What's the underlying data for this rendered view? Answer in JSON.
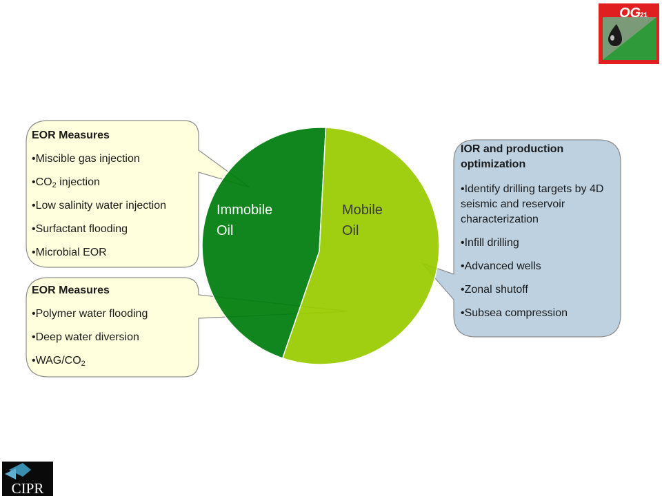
{
  "pie": {
    "slices": [
      {
        "name": "Immobile Oil",
        "fraction": 0.455,
        "color": "#007d0d"
      },
      {
        "name": "Mobile Oil",
        "fraction": 0.545,
        "color": "#99cc00"
      }
    ],
    "labels": {
      "immobile_line1": "Immobile",
      "immobile_line2": "Oil",
      "mobile_line1": "Mobile",
      "mobile_line2": "Oil"
    }
  },
  "callout_top_left": {
    "title": "EOR Measures",
    "items": [
      "•Miscible gas injection",
      "•CO",
      "•Low salinity water injection",
      "•Surfactant flooding",
      "•Microbial EOR"
    ],
    "co2_subscript": "2",
    "co2_suffix": " injection",
    "fill": "#ffffdd"
  },
  "callout_bottom_left": {
    "title": "EOR Measures",
    "items": [
      "•Polymer water flooding",
      "•Deep water diversion",
      "•WAG/CO"
    ],
    "wag_subscript": "2",
    "fill": "#ffffdd"
  },
  "callout_right": {
    "title": "IOR and production optimization",
    "items": [
      "•Identify drilling targets by 4D seismic and reservoir characterization",
      "•Infill drilling",
      "•Advanced wells",
      "•Zonal shutoff",
      "•Subsea compression"
    ],
    "fill": "#bdd1e1"
  },
  "logos": {
    "og21_text": "OG",
    "og21_sub": "21",
    "cipr_text": "CIPR"
  }
}
